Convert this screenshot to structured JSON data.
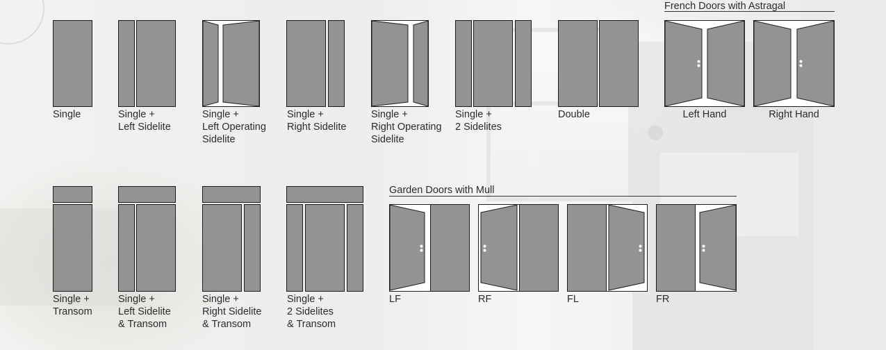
{
  "colors": {
    "panel": "#939396",
    "stroke": "#1c1c1c",
    "frame": "#ffffff"
  },
  "configurations": {
    "single": [
      "Single"
    ],
    "single_left_sidelite": [
      "Single +",
      "Left Sidelite"
    ],
    "single_left_operating_sidelite": [
      "Single +",
      "Left Operating",
      "Sidelite"
    ],
    "single_right_sidelite": [
      "Single +",
      "Right Sidelite"
    ],
    "single_right_operating_sidelite": [
      "Single +",
      "Right Operating",
      "Sidelite"
    ],
    "single_2_sidelites": [
      "Single +",
      "2 Sidelites"
    ],
    "double": [
      "Double"
    ],
    "single_transom": [
      "Single +",
      "Transom"
    ],
    "single_left_sidelite_transom": [
      "Single +",
      "Left Sidelite",
      "& Transom"
    ],
    "single_right_sidelite_transom": [
      "Single +",
      "Right Sidelite",
      "& Transom"
    ],
    "single_2_sidelites_transom": [
      "Single +",
      "2 Sidelites",
      "& Transom"
    ]
  },
  "french_doors": {
    "title": "French Doors with Astragal",
    "left_hand": "Left Hand",
    "right_hand": "Right Hand"
  },
  "garden_doors": {
    "title": "Garden Doors with Mull",
    "lf": "LF",
    "rf": "RF",
    "fl": "FL",
    "fr": "FR"
  }
}
